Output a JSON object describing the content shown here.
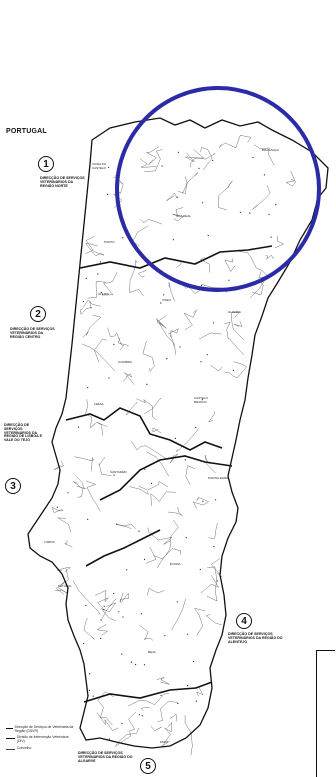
{
  "map": {
    "country": "PORTUGAL",
    "regions": [
      {
        "number": "1",
        "label": "DIRECÇÃO DE SERVIÇOS VETERINÁRIOS DA REGIÃO NORTE"
      },
      {
        "number": "2",
        "label": "DIRECÇÃO DE SERVIÇOS VETERINÁRIOS DA REGIÃO CENTRO"
      },
      {
        "number": "3",
        "label": "DIRECÇÃO DE SERVIÇOS VETERINÁRIOS DA REGIÃO DE LISBOA E VALE DO TEJO"
      },
      {
        "number": "4",
        "label": "DIRECÇÃO DE SERVIÇOS VETERINÁRIOS DA REGIÃO DO ALENTEJO"
      },
      {
        "number": "5",
        "label": "DIRECÇÃO DE SERVIÇOS VETERINÁRIOS DA REGIÃO DO ALGARVE"
      }
    ],
    "places": [
      "BRAGANÇA",
      "VIANA DO CASTELO",
      "VILA REAL",
      "PORTO",
      "VISEU",
      "GUARDA",
      "AVEIRO",
      "COIMBRA",
      "CASTELO BRANCO",
      "LEIRIA",
      "SANTARÉM",
      "PORTALEGRE",
      "LISBOA",
      "SETÚBAL",
      "ÉVORA",
      "BEJA",
      "FARO"
    ],
    "legend": [
      {
        "label": "Direcção de Serviços de Veterinária da Região (DSVR)"
      },
      {
        "label": "Divisão de Intervenção Veterinária (DIV)"
      },
      {
        "label": "Concelho"
      }
    ],
    "highlight_color": "#2b2ba8"
  }
}
